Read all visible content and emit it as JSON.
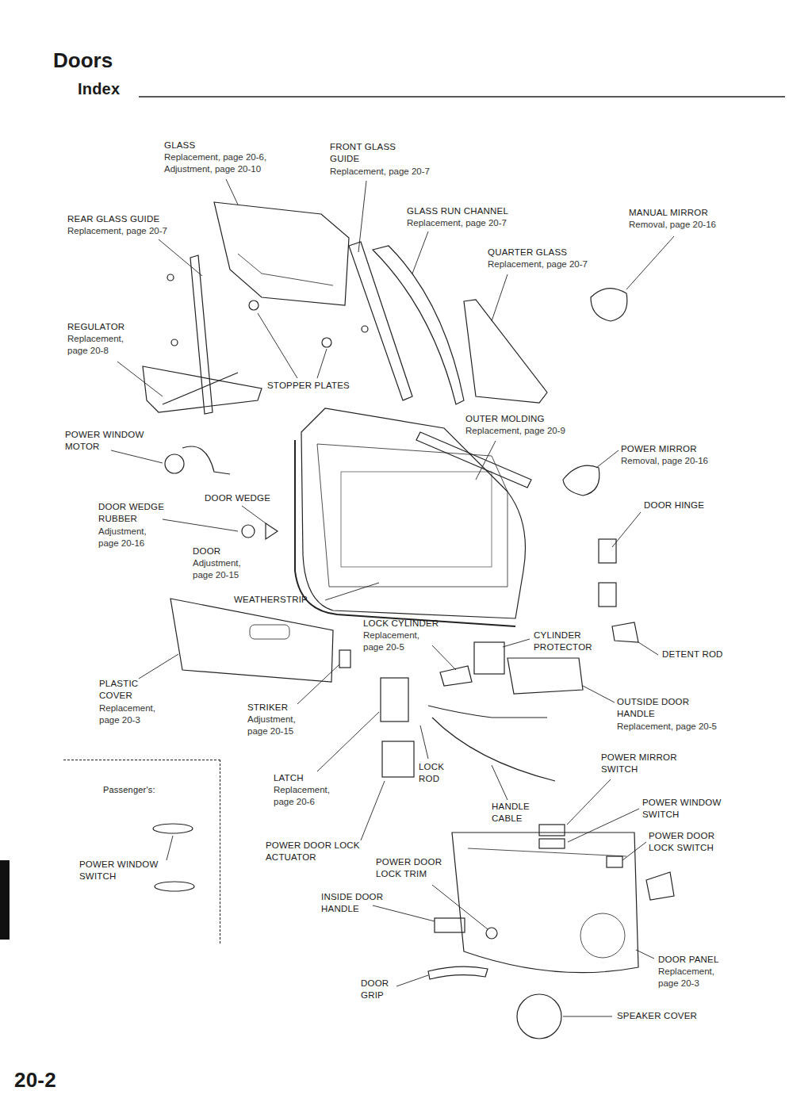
{
  "diagram": {
    "title": "Doors",
    "nodes": [
      {
        "text": [
          "Passenger's:",
          "POWER WINDOW SWITCH"
        ]
      }
    ],
    "labels": [
      "Index",
      "GLASS",
      "Replacement, page 20-6, Adjustment, page 20-10",
      "FRONT GLASS GUIDE",
      "Replacement, page 20-7",
      "REAR GLASS GUIDE",
      "Replacement, page 20-7",
      "GLASS RUN CHANNEL",
      "Replacement, page 20-7",
      "MANUAL MIRROR",
      "Removal, page 20-16",
      "QUARTER GLASS",
      "Replacement, page 20-7",
      "REGULATOR",
      "Replacement, page 20-8",
      "STOPPER PLATES",
      "OUTER MOLDING",
      "Replacement, page 20-9",
      "POWER WINDOW MOTOR",
      "POWER MIRROR",
      "Removal, page 20-16",
      "DOOR WEDGE",
      "DOOR HINGE",
      "DOOR WEDGE RUBBER",
      "Adjustment, page 20-16",
      "DOOR",
      "Adjustment, page 20-15",
      "WEATHERSTRIP",
      "LOCK CYLINDER",
      "Replacement, page 20-5",
      "CYLINDER PROTECTOR",
      "DETENT ROD",
      "PLASTIC COVER",
      "Replacement, page 20-3",
      "STRIKER",
      "Adjustment, page 20-15",
      "OUTSIDE DOOR HANDLE",
      "Replacement, page 20-5",
      "POWER MIRROR SWITCH",
      "LOCK ROD",
      "LATCH",
      "Replacement, page 20-6",
      "HANDLE CABLE",
      "POWER WINDOW SWITCH",
      "POWER DOOR LOCK SWITCH",
      "POWER DOOR LOCK ACTUATOR",
      "POWER DOOR LOCK TRIM",
      "INSIDE DOOR HANDLE",
      "DOOR PANEL",
      "Replacement, page 20-3",
      "DOOR GRIP",
      "SPEAKER COVER",
      "20-2"
    ]
  }
}
